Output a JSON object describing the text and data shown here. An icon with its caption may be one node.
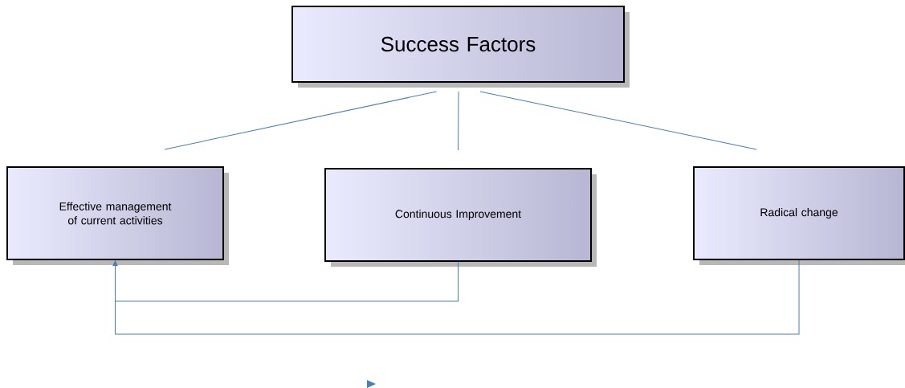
{
  "diagram": {
    "nodes": [
      {
        "text": [
          "Success Factors"
        ]
      },
      {
        "text": [
          "Effective management of current activities"
        ]
      },
      {
        "text": [
          "Continuous Improvement"
        ]
      },
      {
        "text": [
          "Radical change"
        ]
      }
    ],
    "edges": [
      {
        "from": 0,
        "to": 1,
        "arrow": "none"
      },
      {
        "from": 0,
        "to": 2,
        "arrow": "none"
      },
      {
        "from": 0,
        "to": 3,
        "arrow": "none"
      },
      {
        "from": 2,
        "to": 1,
        "arrow": "to"
      },
      {
        "from": 3,
        "to": 1,
        "arrow": "to"
      }
    ]
  }
}
